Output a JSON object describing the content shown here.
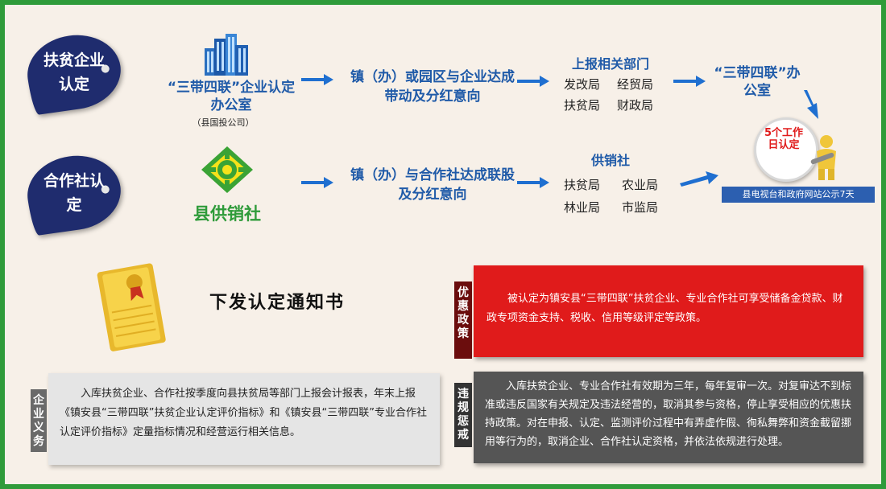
{
  "row1": {
    "leaf_label": "扶贫企业认定",
    "office_title": "“三带四联”企业认定办公室",
    "office_sub": "（县国投公司）",
    "step2": "镇（办）或园区与企业达成带动及分红意向",
    "dept_title": "上报相关部门",
    "depts": [
      "发改局",
      "经贸局",
      "扶贫局",
      "财政局"
    ],
    "office2": "“三带四联”办公室"
  },
  "row2": {
    "leaf_label": "合作社认定",
    "org_title": "县供销社",
    "step2": "镇（办）与合作社达成联股及分红意向",
    "dept_title": "供销社",
    "depts": [
      "扶贫局",
      "农业局",
      "林业局",
      "市监局"
    ]
  },
  "badge": {
    "text": "5个工作日认定"
  },
  "publicity": "县电视台和政府网站公示7天",
  "notice_title": "下发认定通知书",
  "preferential": {
    "label": "优惠政策",
    "text": "被认定为镇安县“三带四联”扶贫企业、专业合作社可享受储备金贷款、财政专项资金支持、税收、信用等级评定等政策。"
  },
  "obligation": {
    "label": "企业义务",
    "text": "入库扶贫企业、合作社按季度向县扶贫局等部门上报会计报表，年末上报《镇安县“三带四联”扶贫企业认定评价指标》和《镇安县“三带四联”专业合作社认定评价指标》定量指标情况和经营运行相关信息。"
  },
  "penalty": {
    "label": "违规惩戒",
    "text": "入库扶贫企业、专业合作社有效期为三年，每年复审一次。对复审达不到标准或违反国家有关规定及违法经营的，取消其参与资格，停止享受相应的优惠扶持政策。对在申报、认定、监测评价过程中有弄虚作假、徇私舞弊和资金截留挪用等行为的，取消企业、合作社认定资格，并依法依规进行处理。"
  },
  "colors": {
    "accent_blue": "#1f5aa8",
    "border_green": "#2f9b3a",
    "red": "#e01b1b",
    "navy": "#1f2c6e"
  }
}
